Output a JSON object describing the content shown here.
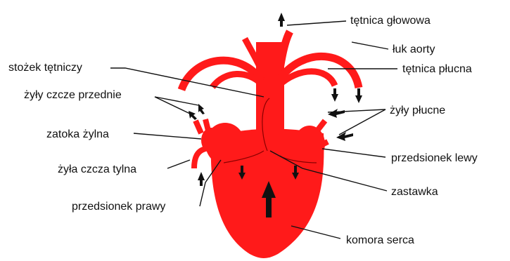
{
  "colors": {
    "heart": "#ff1a1a",
    "ink": "#111111",
    "background": "#ffffff"
  },
  "labels": {
    "tetnica_glowowa": "tętnica głowowa",
    "luk_aorty": "łuk aorty",
    "tetnica_plucna": "tętnica płucna",
    "stozek_tetniczy": "stożek tętniczy",
    "zyly_czcze_przednie": "żyły czcze przednie",
    "zyly_plucne": "żyły płucne",
    "zatoka_zylna": "zatoka żylna",
    "przedsionek_lewy": "przedsionek lewy",
    "zyla_czcza_tylna": "żyła czcza tylna",
    "zastawka": "zastawka",
    "przedsionek_prawy": "przedsionek prawy",
    "komora_serca": "komora serca"
  }
}
